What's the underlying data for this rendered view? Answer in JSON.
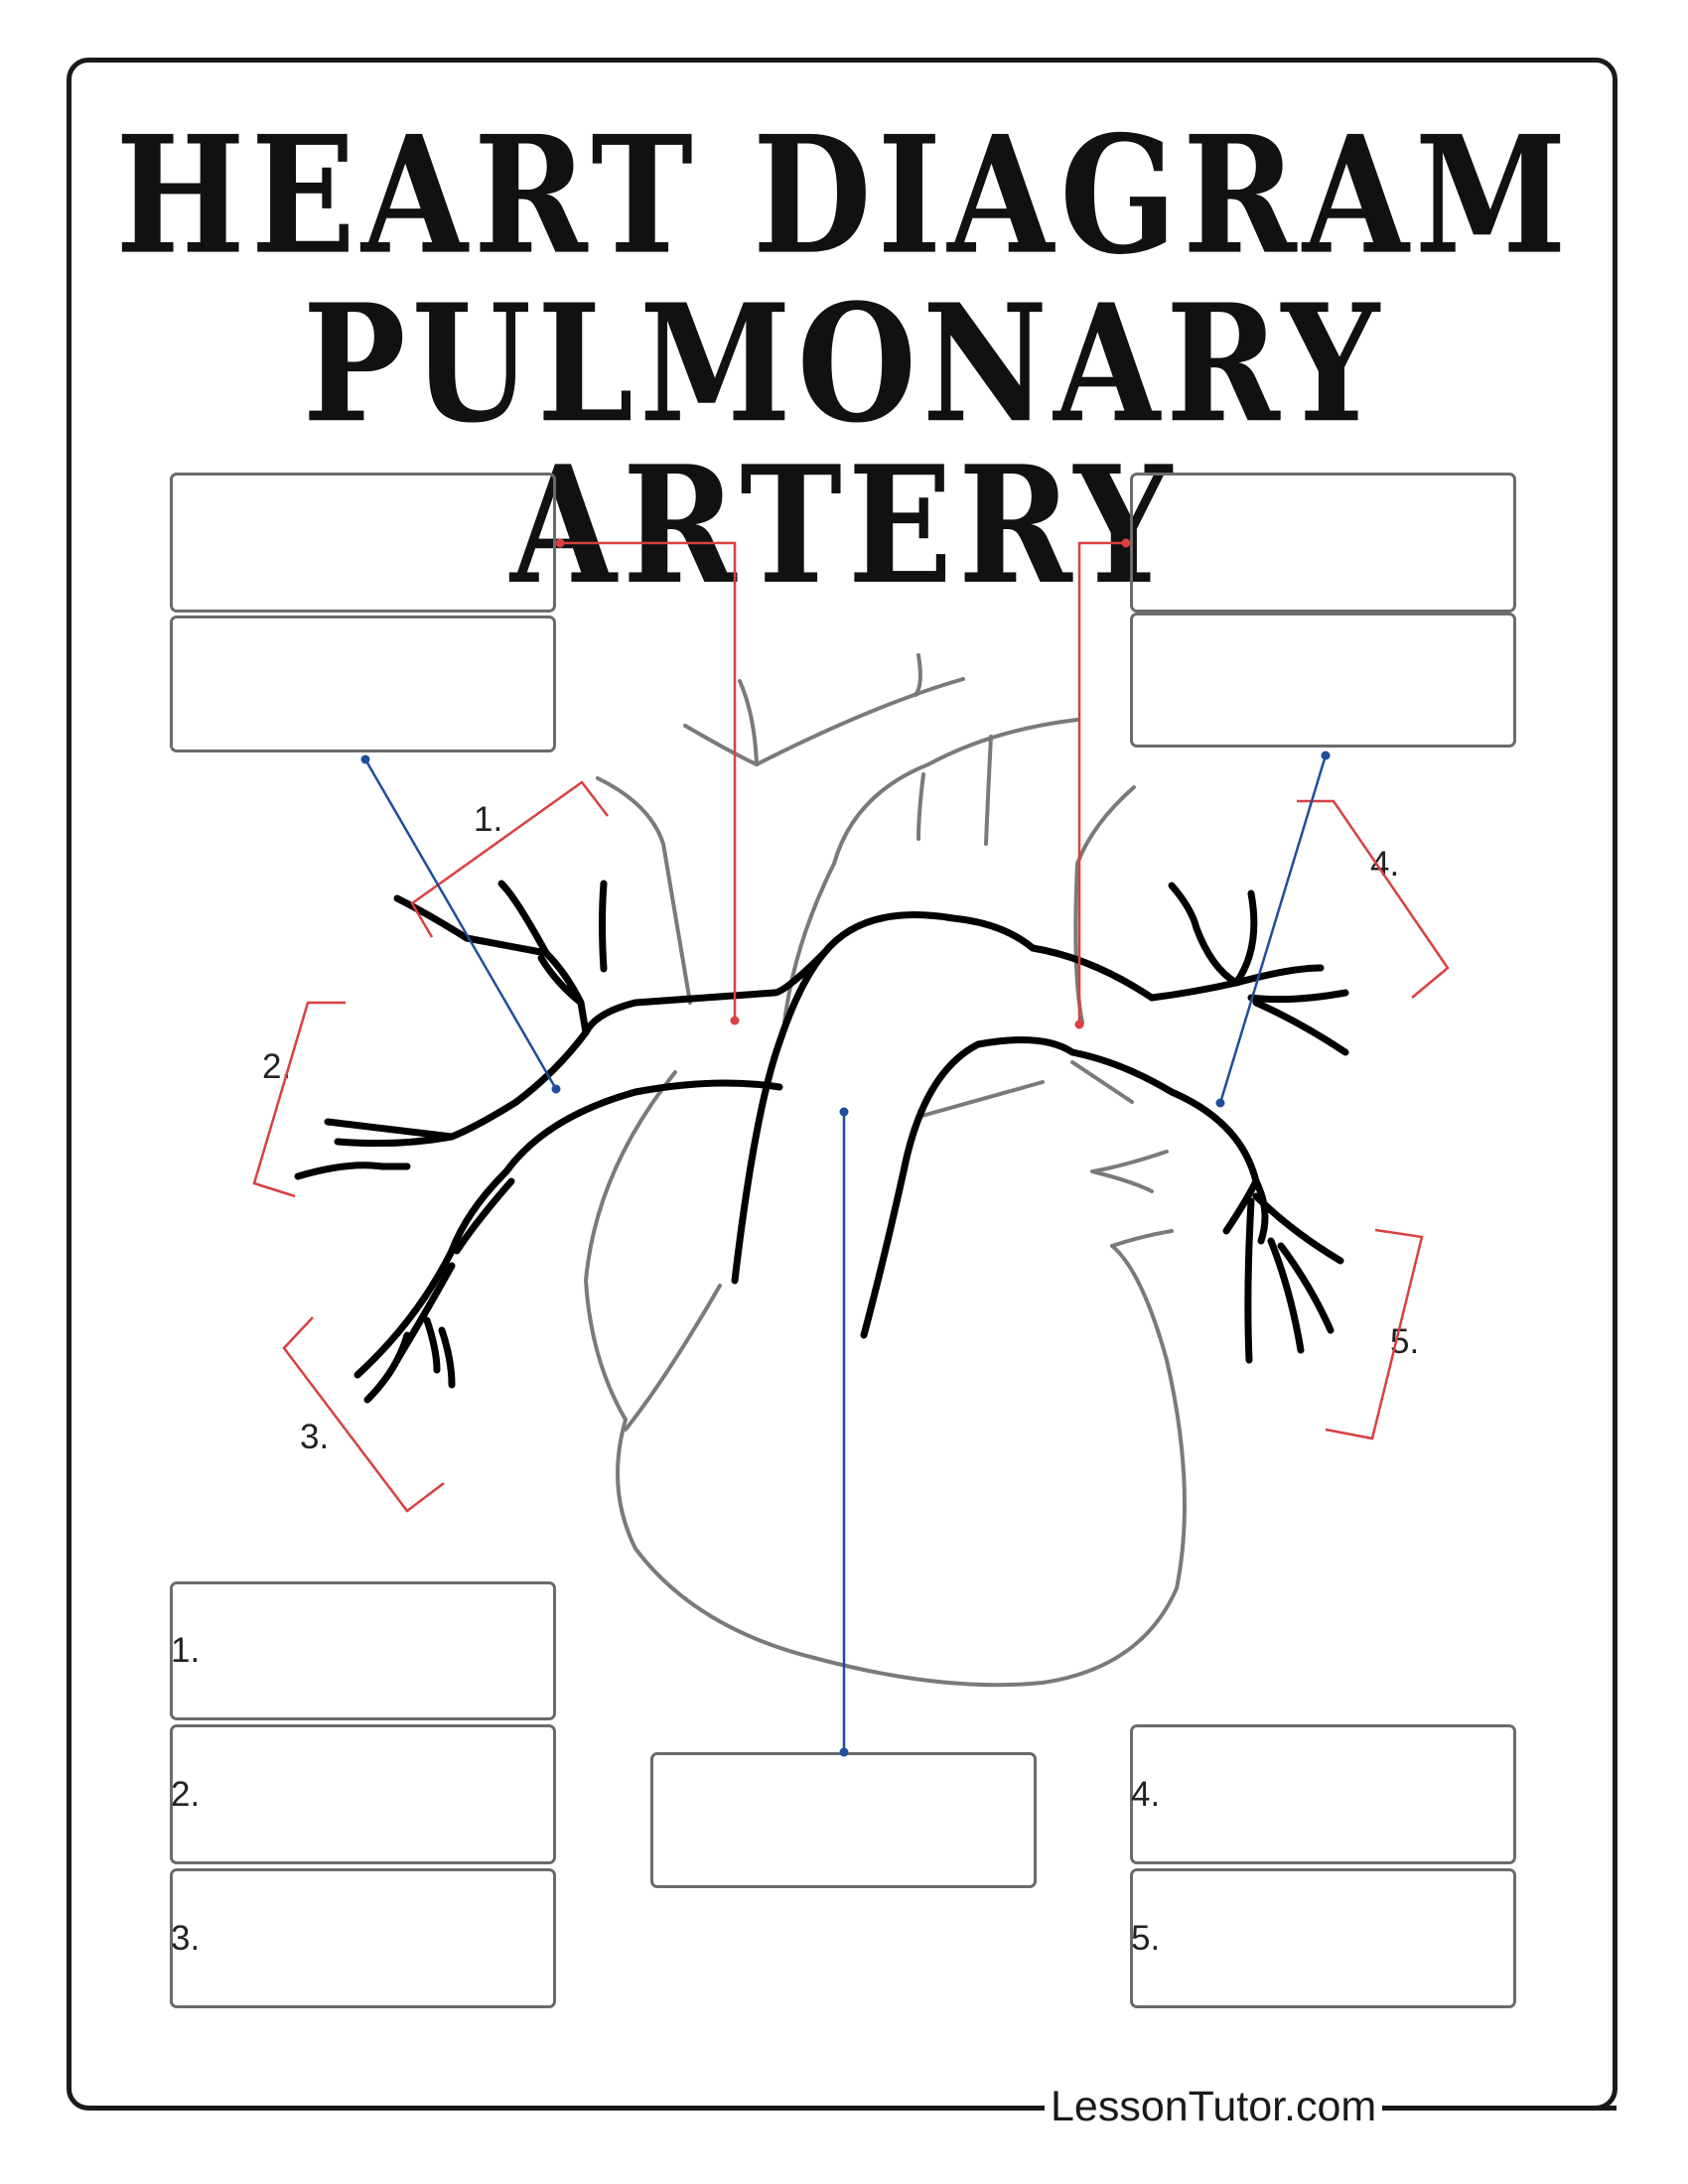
{
  "title": {
    "line1": "HEART DIAGRAM",
    "line2": "PULMONARY ARTERY"
  },
  "callouts": [
    "1.",
    "2.",
    "3.",
    "4.",
    "5."
  ],
  "answer_boxes": {
    "left": [
      "1.",
      "2.",
      "3."
    ],
    "right": [
      "4.",
      "5."
    ]
  },
  "footer": {
    "brand": "LessonTutor.com"
  },
  "colors": {
    "outline": "#000000",
    "heart_sketch": "#7a7a7a",
    "red_leader": "#d94040",
    "blue_leader": "#1f4e9a",
    "box_border": "#6b6b6b"
  }
}
